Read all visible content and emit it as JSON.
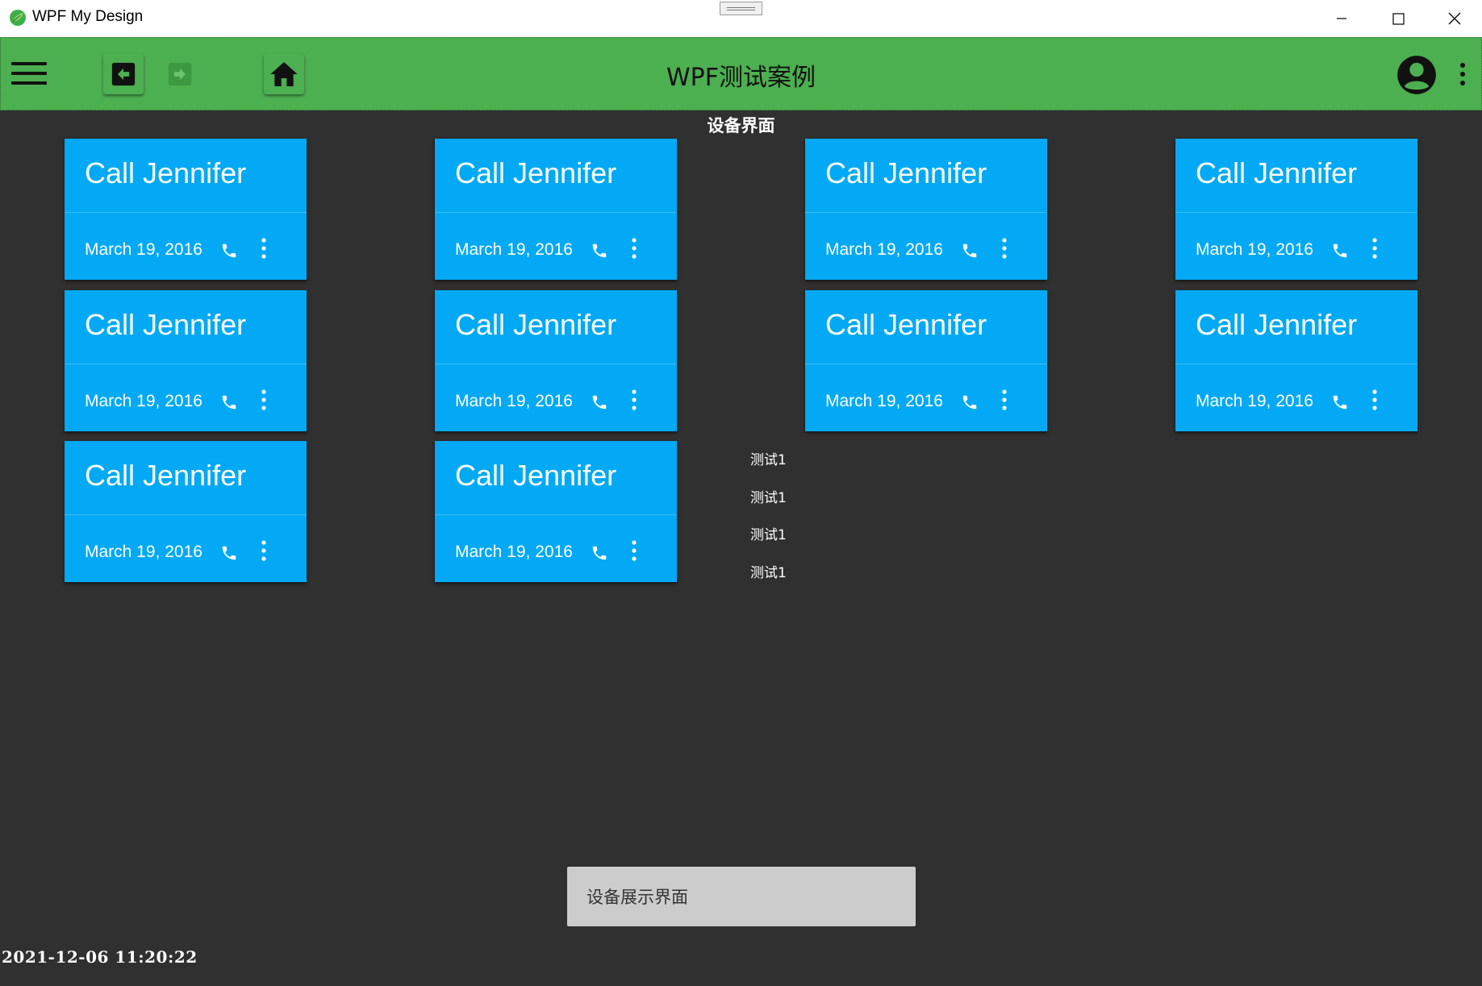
{
  "window": {
    "title": "WPF My Design",
    "controls": [
      "minimize",
      "maximize",
      "close"
    ]
  },
  "appbar": {
    "title": "WPF测试案例",
    "menu_icon": "hamburger-menu-icon",
    "back_icon": "arrow-left-box-icon",
    "forward_icon": "arrow-right-box-icon",
    "home_icon": "home-icon",
    "account_icon": "account-circle-icon",
    "more_icon": "dots-vertical-icon",
    "color": "#4caf50"
  },
  "page": {
    "section_title": "设备界面",
    "background": "#303030"
  },
  "cards": [
    {
      "title": "Call Jennifer",
      "date": "March 19, 2016"
    },
    {
      "title": "Call Jennifer",
      "date": "March 19, 2016"
    },
    {
      "title": "Call Jennifer",
      "date": "March 19, 2016"
    },
    {
      "title": "Call Jennifer",
      "date": "March 19, 2016"
    },
    {
      "title": "Call Jennifer",
      "date": "March 19, 2016"
    },
    {
      "title": "Call Jennifer",
      "date": "March 19, 2016"
    },
    {
      "title": "Call Jennifer",
      "date": "March 19, 2016"
    },
    {
      "title": "Call Jennifer",
      "date": "March 19, 2016"
    },
    {
      "title": "Call Jennifer",
      "date": "March 19, 2016"
    },
    {
      "title": "Call Jennifer",
      "date": "March 19, 2016"
    }
  ],
  "card_style": {
    "color": "#03a9f4",
    "phone_icon": "phone-icon",
    "more_icon": "dots-vertical-icon"
  },
  "test_items": [
    "测试1",
    "测试1",
    "测试1",
    "测试1"
  ],
  "footer": {
    "show_button_label": "设备展示界面",
    "clock": "2021-12-06 11:20:22"
  }
}
